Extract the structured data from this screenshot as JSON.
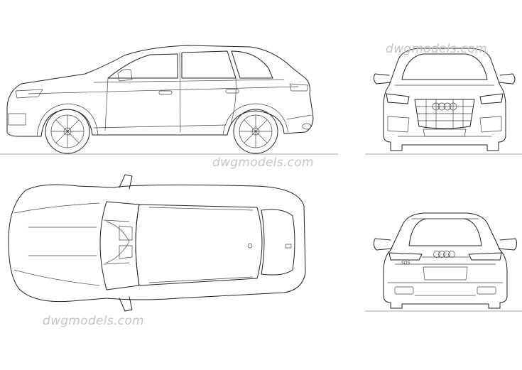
{
  "watermark": {
    "side_top_right": "dwgmodels.com",
    "center": "dwgmodels.com",
    "bottom_left": "dwgmodels.com"
  },
  "badges": {
    "rear_model": "SQ5"
  },
  "colors": {
    "line": "#222222",
    "watermark": "#c4c4c4",
    "background": "#ffffff"
  }
}
